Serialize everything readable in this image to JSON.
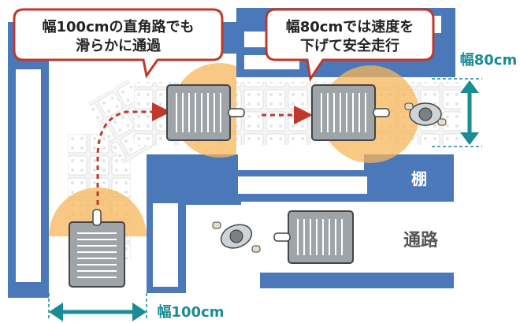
{
  "callouts": {
    "left": {
      "line1": "幅100cmの直角路でも",
      "line2": "滑らかに通過"
    },
    "right": {
      "line1": "幅80cmでは速度を",
      "line2": "下げて安全走行"
    }
  },
  "labels": {
    "width_80": "幅80cm",
    "width_100": "幅100cm",
    "shelf": "棚",
    "aisle": "通路"
  },
  "colors": {
    "shelf_blue": "#4a78b8",
    "callout_border": "#c0392b",
    "path_red": "#c0392b",
    "dimension_teal": "#1a8c96",
    "sensor_orange": "#f7b55a"
  },
  "icons": [
    "robot-cart",
    "worker-topdown",
    "sensor-zone",
    "floor-marker"
  ]
}
